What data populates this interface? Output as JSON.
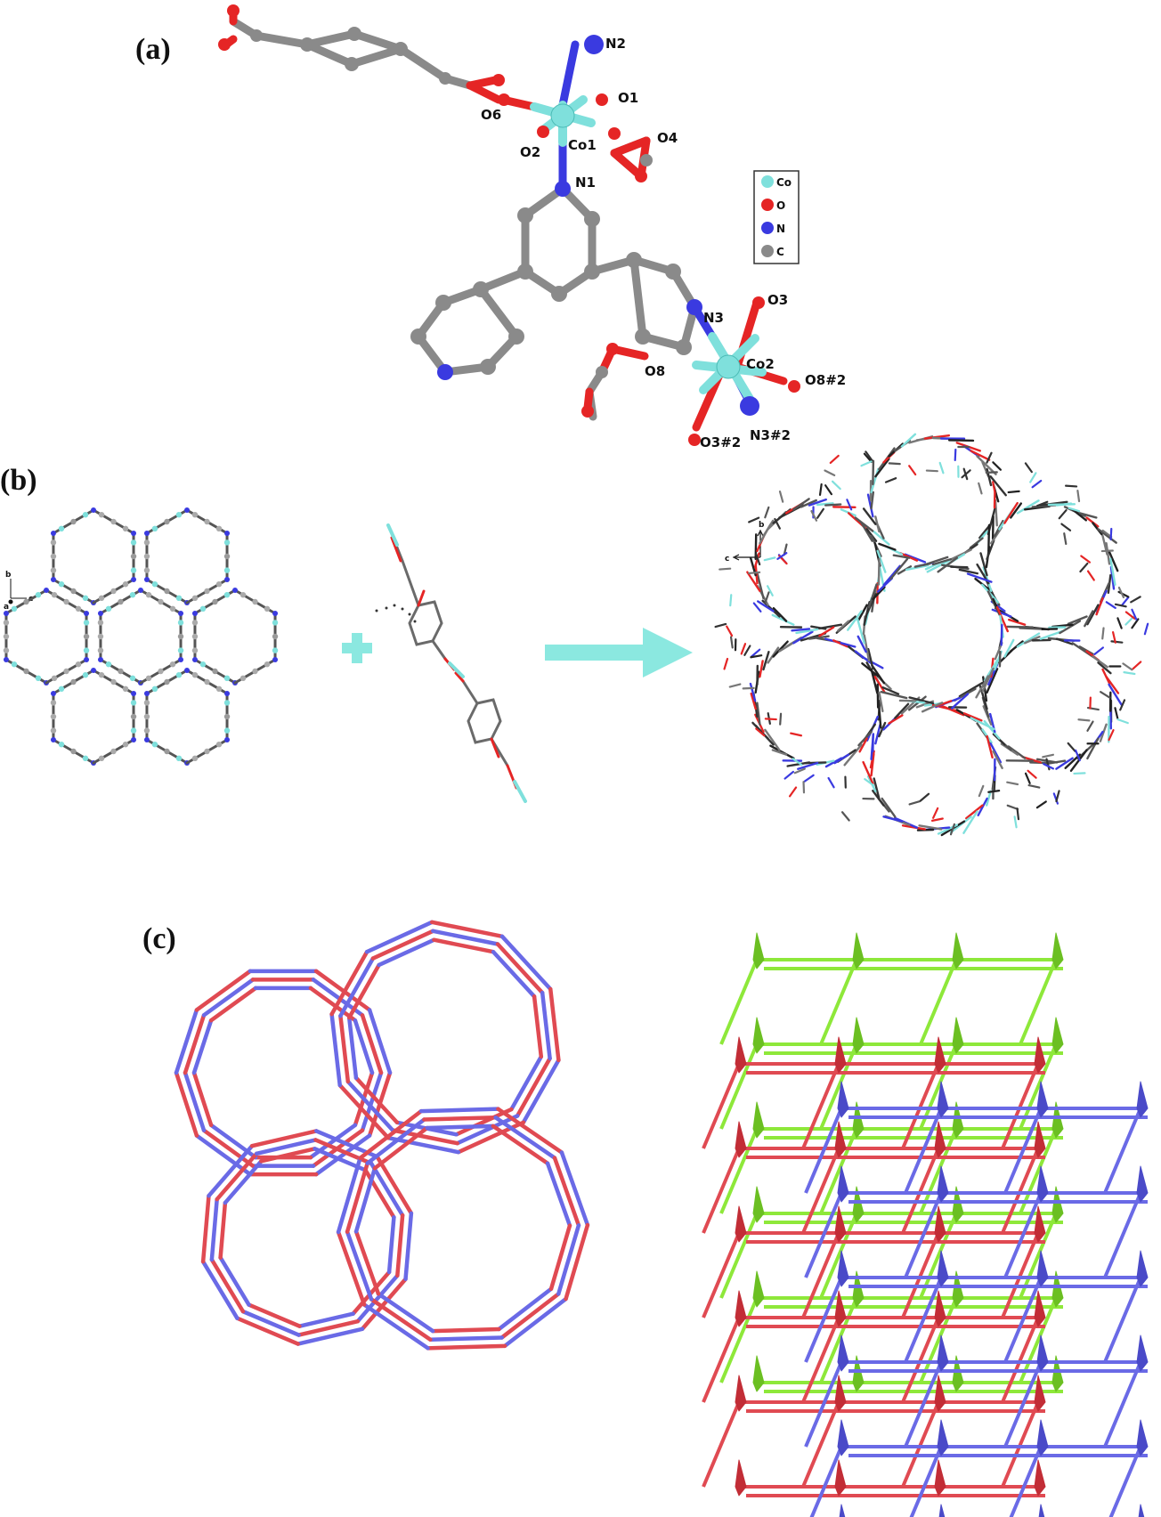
{
  "colors": {
    "cobalt": "#7fe0dc",
    "oxygen": "#e52525",
    "nitrogen": "#3a3ae0",
    "carbon": "#8a8a8a",
    "net_red": "#e04a52",
    "net_blue": "#6a6ae6",
    "net_green": "#8ee83a",
    "arrow": "#8be8e0"
  },
  "panels": {
    "a": "(a)",
    "b": "(b)",
    "c": "(c)"
  },
  "atom_labels": {
    "n2": "N2",
    "o1": "O1",
    "o6": "O6",
    "o4": "O4",
    "o2": "O2",
    "co1": "Co1",
    "n1": "N1",
    "n3": "N3",
    "o3": "O3",
    "co2": "Co2",
    "o8": "O8",
    "o8_2": "O8#2",
    "n3_2": "N3#2",
    "o3_2": "O3#2"
  },
  "legend": {
    "co": "Co",
    "o": "O",
    "n": "N",
    "c": "C"
  },
  "axes": {
    "b_left": "b",
    "c_left": "c",
    "a_left": "a",
    "b_right": "b",
    "c_right": "c"
  }
}
